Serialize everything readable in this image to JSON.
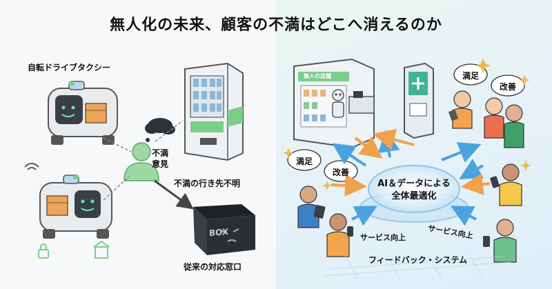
{
  "title": "無人化の未来、顧客の不満はどこへ消えるのか",
  "left": {
    "taxi_label": "自転ドライブタクシー",
    "complaint_label": "不満\n意見",
    "destination_label": "不満の行き先不明",
    "box_text": "BOX",
    "box_label": "従来の対応窓口"
  },
  "right": {
    "store_sign": "無人の店舗",
    "satisfied_1": "満足",
    "improve_1": "改善",
    "satisfied_2": "満足",
    "improve_2": "改善",
    "center_line1": "AI＆データによる",
    "center_line2": "全体最適化",
    "service_up_1": "サービス向上",
    "service_up_2": "サービス向上",
    "feedback_system": "フィードバック・システム"
  },
  "colors": {
    "left_bg": "#f7f8f9",
    "accent_green": "#7ccc8a",
    "accent_blue": "#4aa3df",
    "arrow_orange": "#f0a24a",
    "box_dark": "#2b2f33"
  }
}
